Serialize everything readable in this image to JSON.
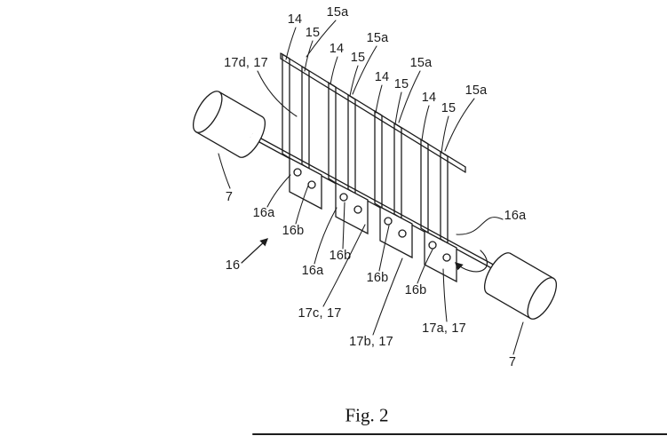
{
  "figure": {
    "caption": "Fig. 2",
    "ref_labels": [
      "14",
      "15a",
      "15",
      "15a",
      "14",
      "15",
      "15a",
      "14",
      "15",
      "15a",
      "14",
      "15",
      "17d, 17",
      "7",
      "16a",
      "16b",
      "16",
      "16a",
      "16b",
      "16b",
      "16b",
      "16a",
      "17c, 17",
      "17b, 17",
      "17a, 17",
      "7"
    ],
    "colors": {
      "ink": "#1c1c1c",
      "background": "#ffffff"
    }
  }
}
